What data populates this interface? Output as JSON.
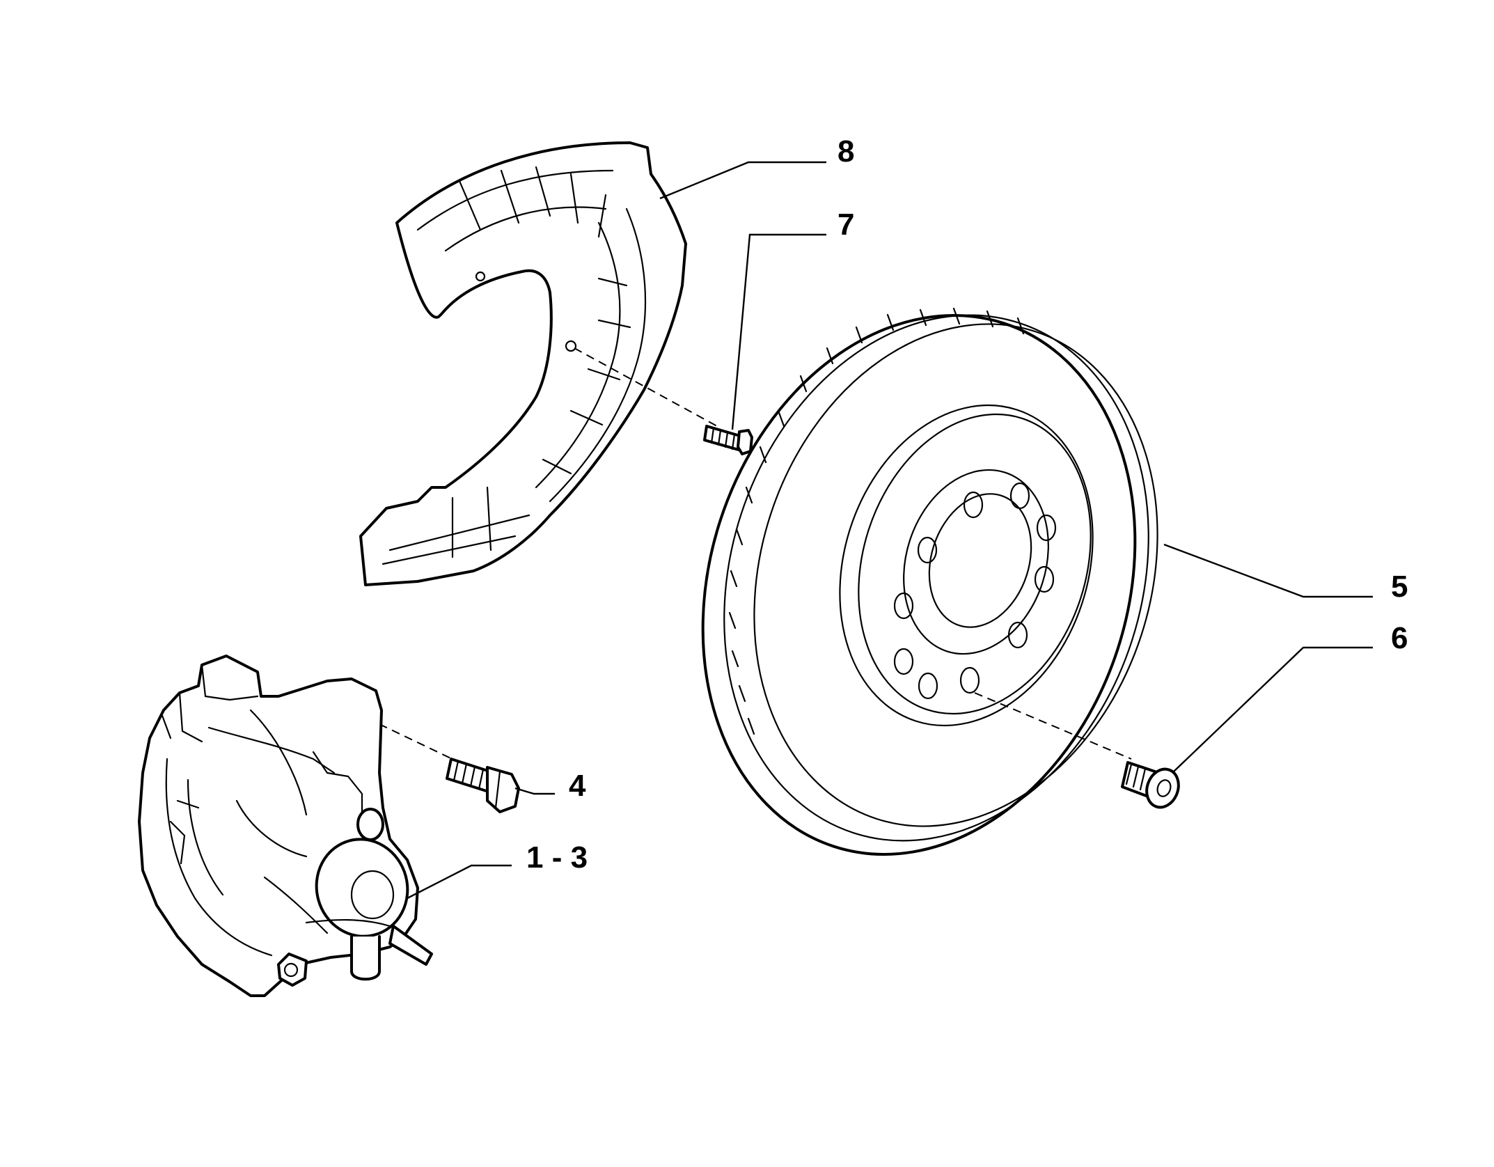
{
  "callouts": {
    "shield": "8",
    "shield_bolt": "7",
    "disc": "5",
    "disc_screw": "6",
    "caliper_bolt": "4",
    "caliper": "1 - 3"
  }
}
